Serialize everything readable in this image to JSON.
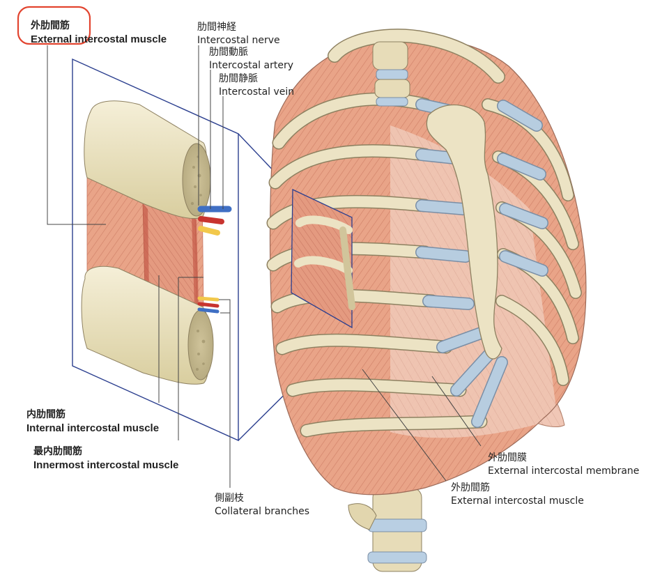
{
  "labels": {
    "ext_muscle_top": {
      "jp": "外肋間筋",
      "en": "External intercostal muscle"
    },
    "nerve": {
      "jp": "肋間神経",
      "en": "Intercostal nerve"
    },
    "artery": {
      "jp": "肋間動脈",
      "en": "Intercostal artery"
    },
    "vein": {
      "jp": "肋間静脈",
      "en": "Intercostal vein"
    },
    "internal": {
      "jp": "内肋間筋",
      "en": "Internal intercostal muscle"
    },
    "innermost": {
      "jp": "最内肋間筋",
      "en": "Innermost intercostal muscle"
    },
    "collateral": {
      "jp": "側副枝",
      "en": "Collateral branches"
    },
    "ext_membrane": {
      "jp": "外肋間膜",
      "en": "External intercostal membrane"
    },
    "ext_muscle_bottom": {
      "jp": "外肋間筋",
      "en": "External intercostal muscle"
    }
  },
  "colors": {
    "bone": "#ece3c4",
    "muscle": "#e9a488",
    "cartilage": "#b7cde0",
    "frame": "#2b3f8f",
    "highlight": "#e2442f",
    "nerve": "#f2c84b",
    "artery": "#c8342f",
    "vein": "#3f6fc4"
  }
}
